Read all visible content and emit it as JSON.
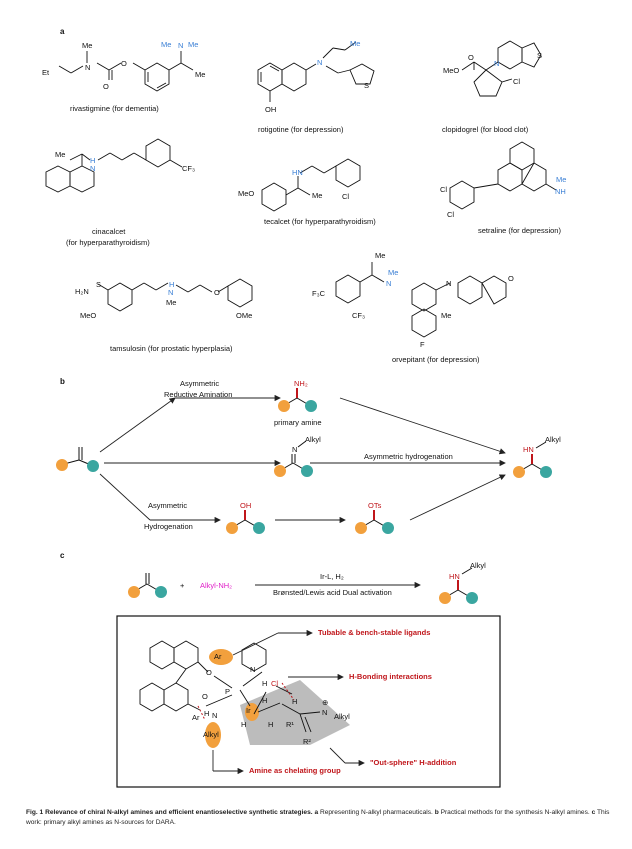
{
  "panels": {
    "a": "a",
    "b": "b",
    "c": "c"
  },
  "drugs": [
    {
      "name": "rivastigmine (for dementia)"
    },
    {
      "name": "rotigotine (for depression)"
    },
    {
      "name": "clopidogrel (for blood clot)"
    },
    {
      "name": "cinacalcet",
      "sub": "(for hyperparathyroidism)"
    },
    {
      "name": "tecalcet (for hyperparathyroidism)"
    },
    {
      "name": "setraline (for depression)"
    },
    {
      "name": "tamsulosin (for prostatic hyperplasia)"
    },
    {
      "name": "orvepitant (for depression)"
    }
  ],
  "atoms": {
    "me": "Me",
    "n": "N",
    "o": "O",
    "et": "Et",
    "oh": "OH",
    "s": "S",
    "cl": "Cl",
    "meo": "MeO",
    "h2n": "H₂N",
    "f3c": "F₃C",
    "cf3": "CF₃",
    "f": "F",
    "hn": "HN",
    "nh": "NH",
    "h": "H",
    "ar": "Ar",
    "p": "P",
    "ir": "Ir",
    "r1": "R¹",
    "r2": "R²",
    "alkyl": "Alkyl",
    "otf": "OTs",
    "nh2": "NH₂",
    "ome": "OMe"
  },
  "panel_b": {
    "route1_line1": "Asymmetric",
    "route1_line2": "Reductive Amination",
    "primary_amine": "primary amine",
    "route2": "Asymmetric hydrogenation",
    "route3_line1": "Asymmetric",
    "route3_line2": "Hydrogenation"
  },
  "panel_c": {
    "reagent": "Alkyl-NH₂",
    "plus": "+",
    "cond1": "Ir-L, H₂",
    "cond2": "Brønsted/Lewis acid Dual activation",
    "callout1": "Tubable & bench-stable ligands",
    "callout2": "H-Bonding interactions",
    "callout3": "\"Out-sphere\" H-addition",
    "callout4": "Amine as chelating group",
    "charge": "⊕"
  },
  "caption": {
    "fig": "Fig. 1",
    "title": "Relevance of chiral N-alkyl amines and efficient enantioselective synthetic strategies.",
    "a_label": "a",
    "a_text": "Representing N-alkyl pharmaceuticals.",
    "b_label": "b",
    "b_text": "Practical methods for the synthesis N-alkyl amines.",
    "c_label": "c",
    "c_text": "This work: primary alkyl amines as N-sources for DARA."
  },
  "colors": {
    "orange": "#f2a03d",
    "teal": "#3aa6a0",
    "blue": "#3a7fd5",
    "red": "#c0161b",
    "magenta": "#e020c8",
    "gray": "#b5b5b5"
  }
}
